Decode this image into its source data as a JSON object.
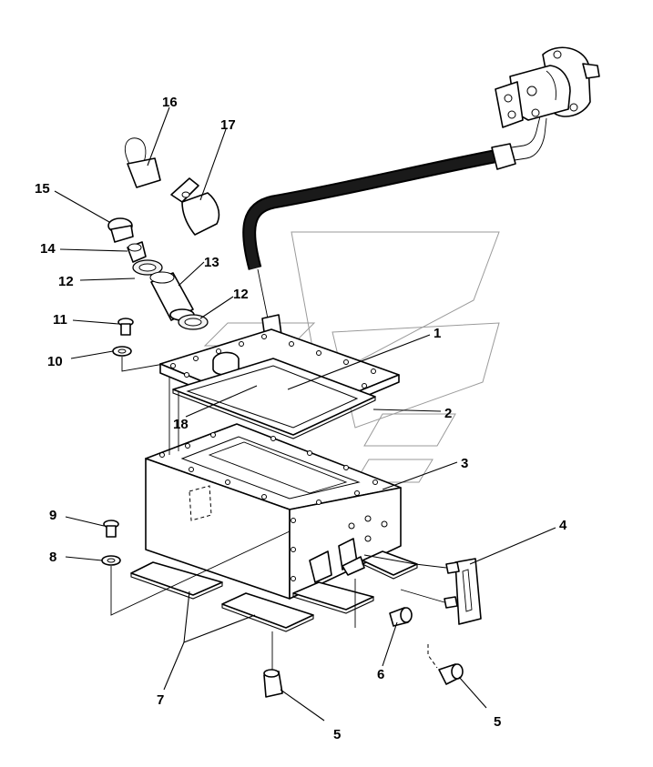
{
  "callouts": [
    {
      "id": "c1",
      "label": "1"
    },
    {
      "id": "c2",
      "label": "2"
    },
    {
      "id": "c3",
      "label": "3"
    },
    {
      "id": "c4",
      "label": "4"
    },
    {
      "id": "c5a",
      "label": "5"
    },
    {
      "id": "c5b",
      "label": "5"
    },
    {
      "id": "c6",
      "label": "6"
    },
    {
      "id": "c7",
      "label": "7"
    },
    {
      "id": "c8",
      "label": "8"
    },
    {
      "id": "c9",
      "label": "9"
    },
    {
      "id": "c10",
      "label": "10"
    },
    {
      "id": "c11",
      "label": "11"
    },
    {
      "id": "c12a",
      "label": "12"
    },
    {
      "id": "c12b",
      "label": "12"
    },
    {
      "id": "c13",
      "label": "13"
    },
    {
      "id": "c14",
      "label": "14"
    },
    {
      "id": "c15",
      "label": "15"
    },
    {
      "id": "c16",
      "label": "16"
    },
    {
      "id": "c17",
      "label": "17"
    },
    {
      "id": "c18",
      "label": "18"
    }
  ]
}
